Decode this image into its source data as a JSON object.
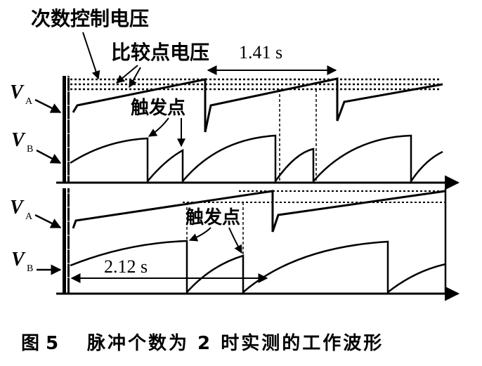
{
  "labels": {
    "count_control_voltage": "次数控制电压",
    "compare_point_voltage": "比较点电压",
    "trigger_point_top": "触发点",
    "trigger_point_bottom": "触发点",
    "interval_top": "1.41 s",
    "interval_bottom": "2.12 s"
  },
  "signals": {
    "va_top": {
      "letter": "V",
      "sub": "A"
    },
    "vb_top": {
      "letter": "V",
      "sub": "B"
    },
    "va_bottom": {
      "letter": "V",
      "sub": "A"
    },
    "vb_bottom": {
      "letter": "V",
      "sub": "B"
    }
  },
  "caption": {
    "figure_no": "图 5",
    "text": "脉冲个数为 2 时实测的工作波形"
  },
  "colors": {
    "ink": "#000000",
    "background": "#ffffff"
  }
}
